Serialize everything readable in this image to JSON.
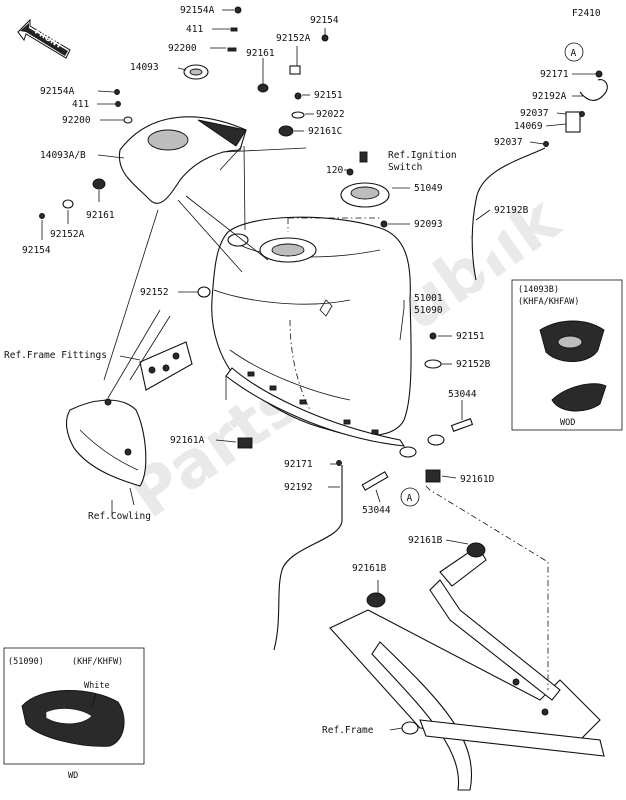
{
  "figure_code": "F2410",
  "front_label": "FRONT",
  "watermark": "PartsRepublik",
  "ref_labels": {
    "ignition": "Ref.Ignition",
    "ignition_2": "Switch",
    "frame_fittings": "Ref.Frame Fittings",
    "cowling": "Ref.Cowling",
    "frame": "Ref.Frame"
  },
  "callouts": {
    "a_top": "A",
    "a_mid": "A"
  },
  "parts": {
    "p92154a_top": "92154A",
    "p411_top": "411",
    "p92154_top": "92154",
    "p92200_top": "92200",
    "p92161_top": "92161",
    "p92152a_top": "92152A",
    "p14093": "14093",
    "p92151_top": "92151",
    "p92022": "92022",
    "p92161c": "92161C",
    "p92154a_left": "92154A",
    "p411_left": "411",
    "p92200_left": "92200",
    "p14093ab": "14093A/B",
    "p92161_left": "92161",
    "p92152a_left": "92152A",
    "p92154_left": "92154",
    "p120": "120",
    "p51049": "51049",
    "p92093": "92093",
    "p92192b": "92192B",
    "p92171_right": "92171",
    "p92192a": "92192A",
    "p92037_a": "92037",
    "p14069": "14069",
    "p92037_b": "92037",
    "p92152": "92152",
    "p51001": "51001",
    "p51090": "51090",
    "p92151_mid": "92151",
    "p92152b": "92152B",
    "p53044_right": "53044",
    "p92161a": "92161A",
    "p92171_mid": "92171",
    "p92192": "92192",
    "p92161d": "92161D",
    "p53044_mid": "53044",
    "p92161b_right": "92161B",
    "p92161b_left": "92161B"
  },
  "inset_top": {
    "code": "(14093B)",
    "models": "(KHFA/KHFAW)",
    "note": "WOD"
  },
  "inset_bottom": {
    "code": "(51090)",
    "models": "(KHF/KHFW)",
    "color": "White",
    "note": "WD"
  }
}
